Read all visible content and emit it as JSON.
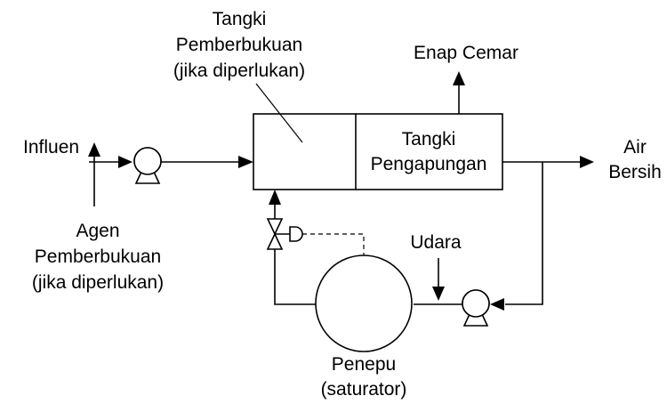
{
  "labels": {
    "flotation_tank": [
      "Tangki",
      "Pengapungan"
    ],
    "foam_tank": [
      "Tangki",
      "Pemberbukuan",
      "(jika diperlukan)"
    ],
    "sludge": "Enap Cemar",
    "influent": "Influen",
    "clean_water": [
      "Air",
      "Bersih"
    ],
    "foaming_agent": [
      "Agen",
      "Pemberbukuan",
      "(jika diperlukan)"
    ],
    "air": "Udara",
    "saturator": [
      "Penepu",
      "(saturator)"
    ]
  }
}
